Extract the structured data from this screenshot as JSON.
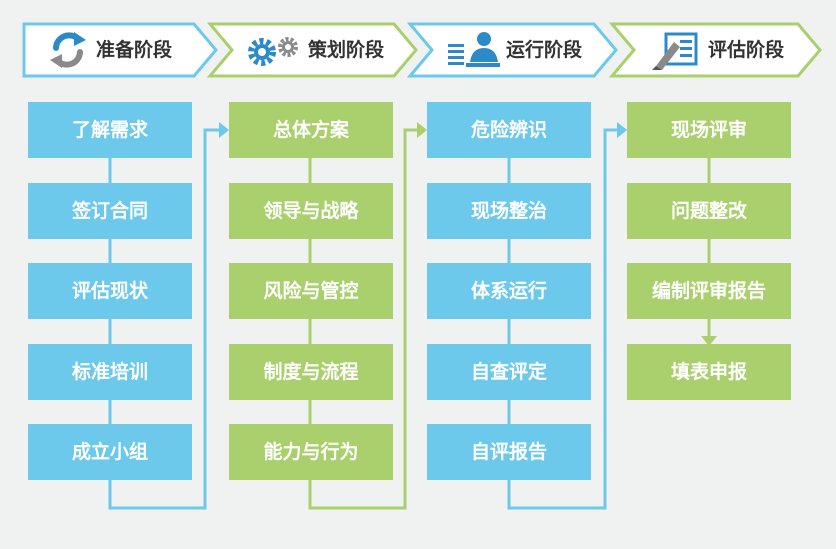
{
  "colors": {
    "blue": "#6cc9ec",
    "green": "#a9d06d",
    "background": "#f0f2f1",
    "header_fill": "#ffffff",
    "text_dark": "#333333",
    "icon_blue": "#2d8ac8",
    "icon_gray": "#8a8a8a"
  },
  "stages": [
    {
      "title": "准备阶段",
      "icon": "refresh-arrows-icon",
      "color": "blue",
      "steps": [
        "了解需求",
        "签订合同",
        "评估现状",
        "标准培训",
        "成立小组"
      ]
    },
    {
      "title": "策划阶段",
      "icon": "gears-icon",
      "color": "green",
      "steps": [
        "总体方案",
        "领导与战略",
        "风险与管控",
        "制度与流程",
        "能力与行为"
      ]
    },
    {
      "title": "运行阶段",
      "icon": "person-at-desk-icon",
      "color": "blue",
      "steps": [
        "危险辨识",
        "现场整治",
        "体系运行",
        "自查评定",
        "自评报告"
      ]
    },
    {
      "title": "评估阶段",
      "icon": "pen-document-icon",
      "color": "green",
      "steps": [
        "现场评审",
        "问题整改",
        "编制评审报告",
        "填表申报"
      ]
    }
  ]
}
